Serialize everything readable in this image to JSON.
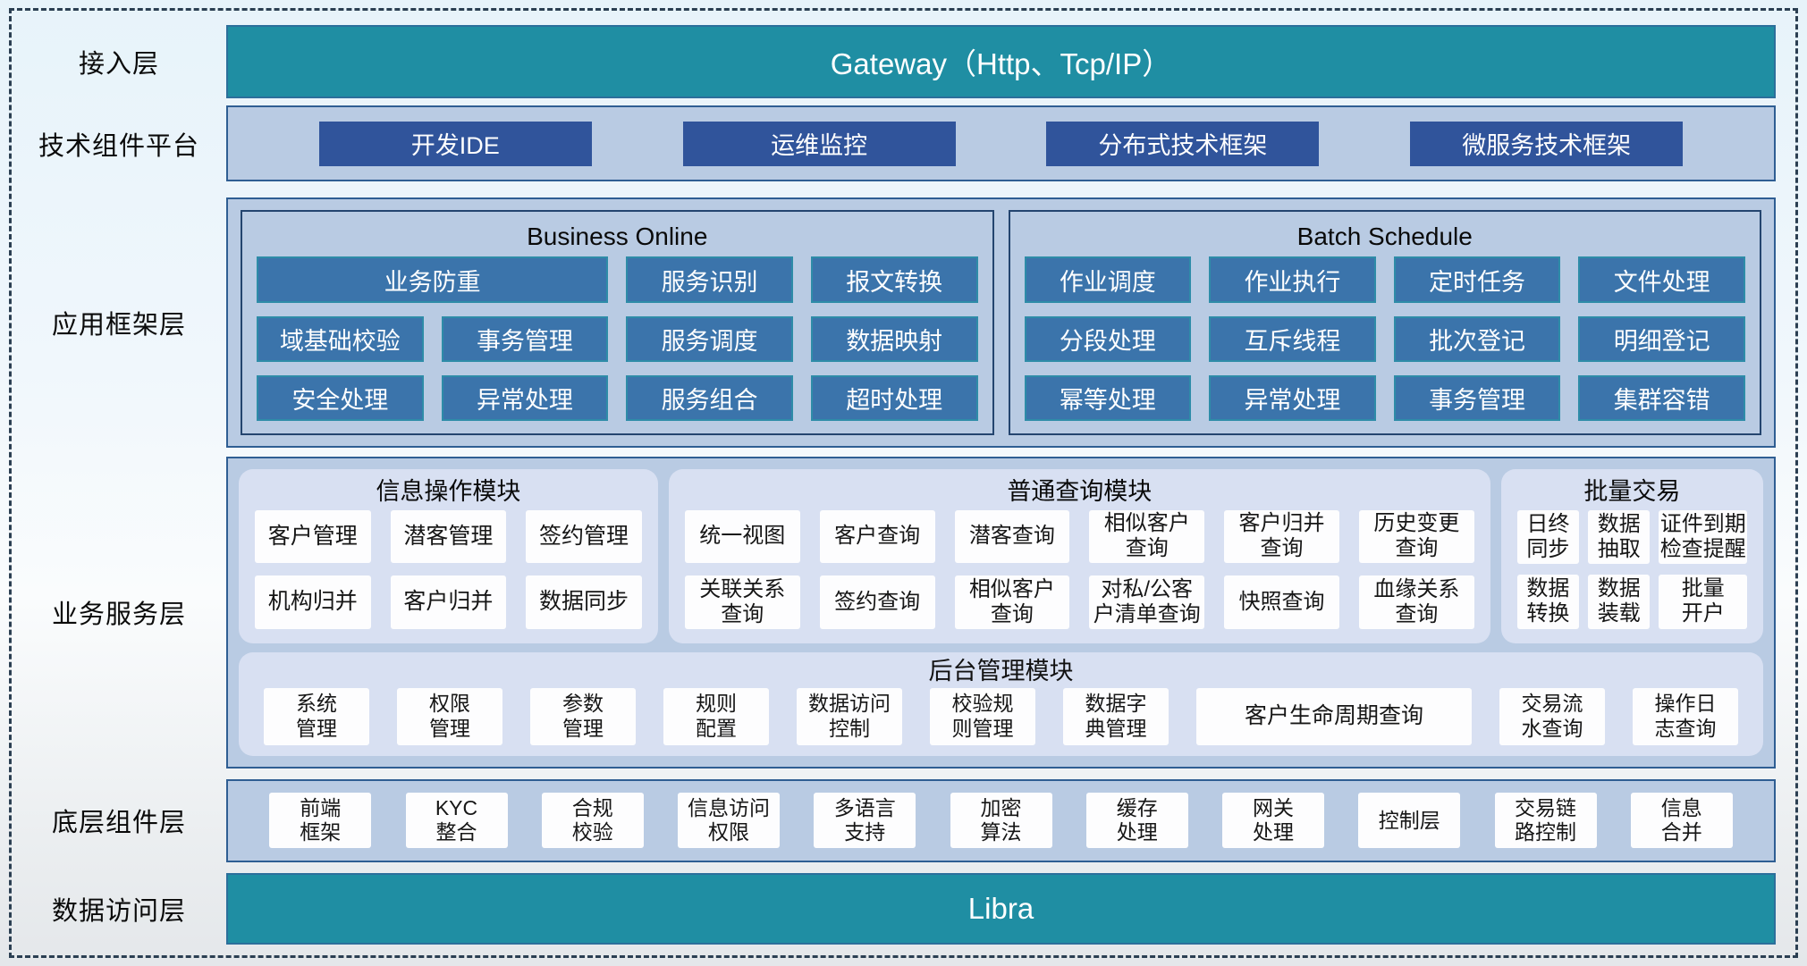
{
  "colors": {
    "teal_bar": "#1F8EA3",
    "teal_bar_border": "#2C6F9B",
    "layer_panel_bg": "#B9CBE3",
    "layer_panel_border": "#2F5E93",
    "dark_button": "#30549B",
    "steel_button": "#3B74AB",
    "steel_button_border": "#2E8CA8",
    "module_bg": "#D8E0F2",
    "white_button": "#FDFDFE",
    "dashed_frame": "#2B3F52"
  },
  "access_layer": {
    "label": "接入层",
    "bar_text": "Gateway（Http、Tcp/IP）"
  },
  "tech_platform": {
    "label": "技术组件平台",
    "items": [
      "开发IDE",
      "运维监控",
      "分布式技术框架",
      "微服务技术框架"
    ]
  },
  "app_framework": {
    "label": "应用框架层",
    "business_online": {
      "title": "Business Online",
      "items": [
        "业务防重",
        "服务识别",
        "报文转换",
        "域基础校验",
        "事务管理",
        "服务调度",
        "数据映射",
        "安全处理",
        "异常处理",
        "服务组合",
        "超时处理"
      ]
    },
    "batch_schedule": {
      "title": "Batch Schedule",
      "items": [
        "作业调度",
        "作业执行",
        "定时任务",
        "文件处理",
        "分段处理",
        "互斥线程",
        "批次登记",
        "明细登记",
        "幂等处理",
        "异常处理",
        "事务管理",
        "集群容错"
      ]
    }
  },
  "business_service": {
    "label": "业务服务层",
    "info_module": {
      "title": "信息操作模块",
      "items": [
        "客户管理",
        "潜客管理",
        "签约管理",
        "机构归并",
        "客户归并",
        "数据同步"
      ]
    },
    "query_module": {
      "title": "普通查询模块",
      "items": [
        "统一视图",
        "客户查询",
        "潜客查询",
        "相似客户\n查询",
        "客户归并\n查询",
        "历史变更\n查询",
        "关联关系\n查询",
        "签约查询",
        "相似客户\n查询",
        "对私/公客\n户清单查询",
        "快照查询",
        "血缘关系\n查询"
      ]
    },
    "batch_trade": {
      "title": "批量交易",
      "items": [
        "日终\n同步",
        "数据\n抽取",
        "证件到期\n检查提醒",
        "数据\n转换",
        "数据\n装载",
        "批量\n开户"
      ]
    },
    "admin_module": {
      "title": "后台管理模块",
      "items": [
        "系统\n管理",
        "权限\n管理",
        "参数\n管理",
        "规则\n配置",
        "数据访问\n控制",
        "校验规\n则管理",
        "数据字\n典管理",
        "客户生命周期查询",
        "交易流\n水查询",
        "操作日\n志查询"
      ]
    }
  },
  "base_components": {
    "label": "底层组件层",
    "items": [
      "前端\n框架",
      "KYC\n整合",
      "合规\n校验",
      "信息访问\n权限",
      "多语言\n支持",
      "加密\n算法",
      "缓存\n处理",
      "网关\n处理",
      "控制层",
      "交易链\n路控制",
      "信息\n合并"
    ]
  },
  "data_access": {
    "label": "数据访问层",
    "bar_text": "Libra"
  }
}
